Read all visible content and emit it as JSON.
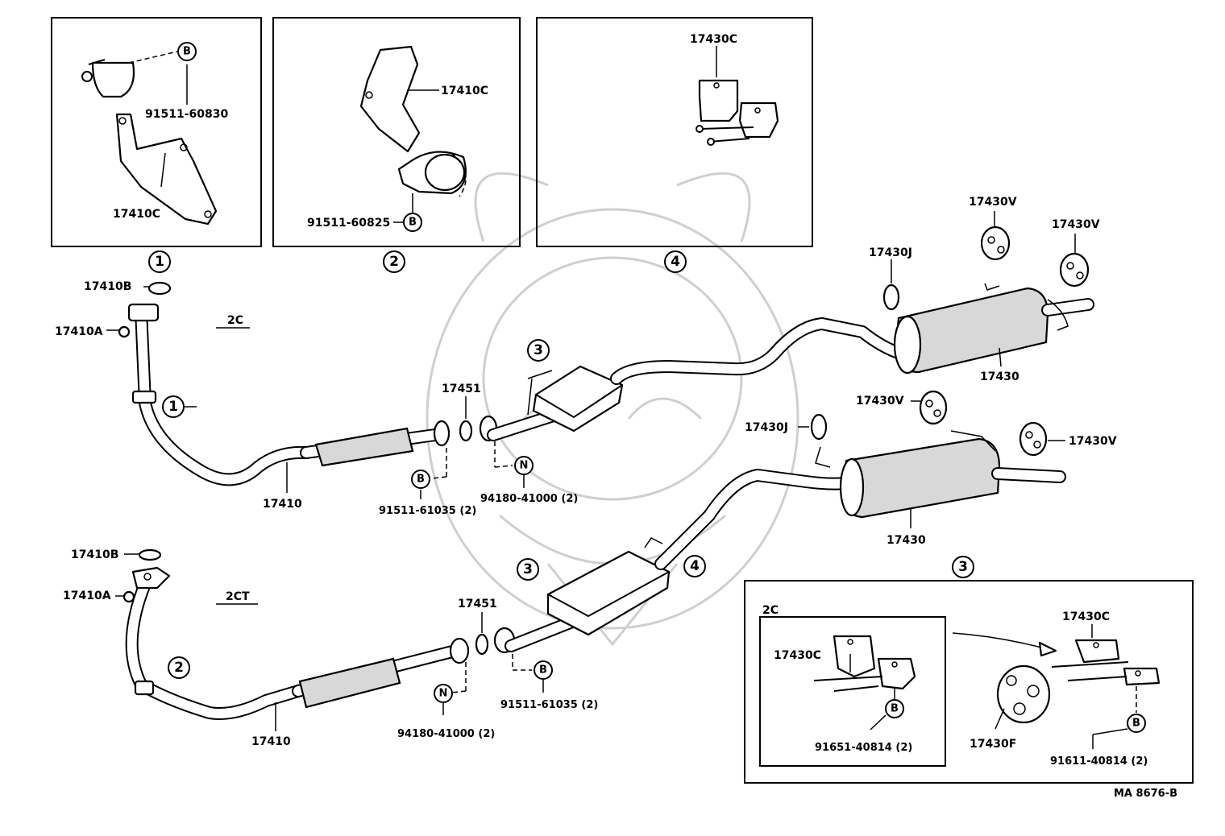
{
  "inset_boxes": {
    "box1": {
      "number": "1",
      "labels": [
        "91511-60830",
        "17410C"
      ],
      "symbol": "B"
    },
    "box2": {
      "number": "2",
      "labels": [
        "17410C",
        "91511-60825"
      ],
      "symbol": "B"
    },
    "box4": {
      "number": "4",
      "labels": [
        "17430C"
      ]
    }
  },
  "upper_assembly": {
    "engine_variant": "2C",
    "callouts": {
      "c_17410B": "17410B",
      "c_17410A": "17410A",
      "c_17410": "17410",
      "c_17451": "17451",
      "c_91511": "91511-61035 (2)",
      "c_94180": "94180-41000 (2)",
      "c_17430J": "17430J",
      "c_17430V_a": "17430V",
      "c_17430V_b": "17430V",
      "c_17430": "17430"
    },
    "markers": {
      "m1": "1",
      "m3": "3"
    },
    "symbols": {
      "s_B": "B",
      "s_N": "N"
    }
  },
  "lower_assembly": {
    "engine_variant": "2CT",
    "callouts": {
      "c_17410B": "17410B",
      "c_17410A": "17410A",
      "c_17410": "17410",
      "c_17451": "17451",
      "c_94180": "94180-41000 (2)",
      "c_91511": "91511-61035 (2)",
      "c_17430V_a": "17430V",
      "c_17430V_b": "17430V",
      "c_17430J": "17430J",
      "c_17430": "17430"
    },
    "markers": {
      "m2": "2",
      "m3": "3",
      "m4": "4"
    },
    "symbols": {
      "s_N": "N",
      "s_B": "B"
    }
  },
  "detail_box3": {
    "number": "3",
    "sub_variant": "2C",
    "callouts": {
      "c_17430C_left": "17430C",
      "c_91651": "91651-40814 (2)",
      "c_17430C_right": "17430C",
      "c_17430F": "17430F",
      "c_91611": "91611-40814 (2)"
    },
    "symbols": {
      "s_B1": "B",
      "s_B2": "B"
    }
  },
  "figure_code": "MA 8676-B"
}
